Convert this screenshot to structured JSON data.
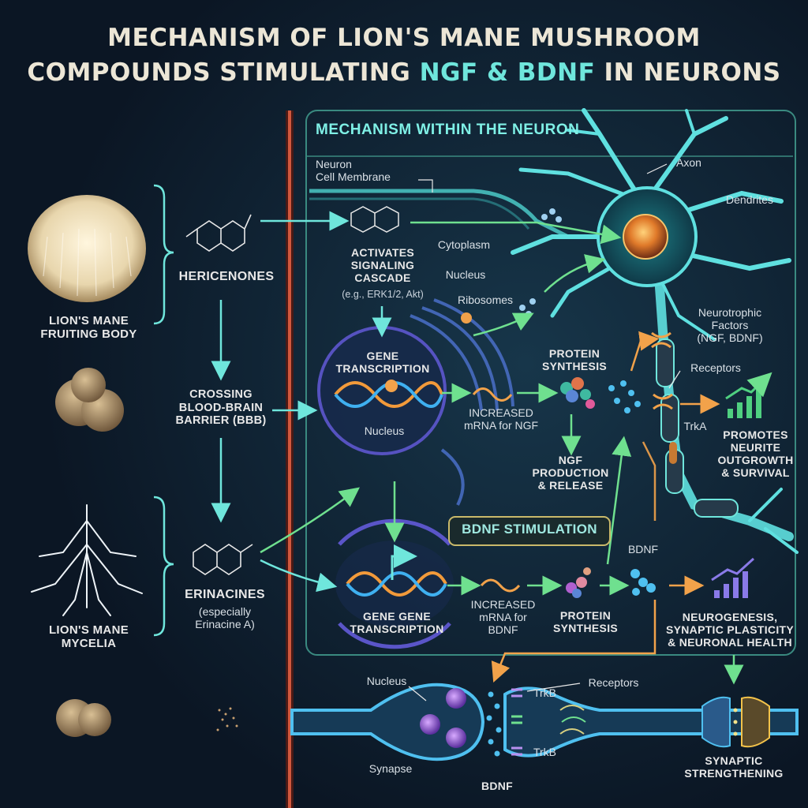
{
  "title": {
    "line1": "MECHANISM OF LION'S MANE MUSHROOM",
    "line2_a": "COMPOUNDS STIMULATING ",
    "line2_highlight": "NGF & BDNF",
    "line2_b": " IN NEURONS"
  },
  "left": {
    "fruiting_body": "LION'S MANE\nFRUITING BODY",
    "hericenones": "HERICENONES",
    "bbb": "CROSSING\nBLOOD-BRAIN\nBARRIER (BBB)",
    "erinacines": "ERINACINES",
    "erinacines_note": "(especially\nErinacine A)",
    "mycelia": "LION'S MANE\nMYCELIA"
  },
  "neuron": {
    "box_title": "MECHANISM WITHIN THE NEURON",
    "cell_membrane": "Neuron\nCell Membrane",
    "cytoplasm": "Cytoplasm",
    "nucleus_top": "Nucleus",
    "ribosomes": "Ribosomes",
    "axon": "Axon",
    "dendrites": "Dendrites",
    "activates": "ACTIVATES\nSIGNALING\nCASCADE",
    "activates_note": "(e.g., ERK1/2, Akt)",
    "gene_transcription": "GENE\nTRANSCRIPTION",
    "nucleus_inner": "Nucleus",
    "increased_mrna_ngf": "INCREASED\nmRNA for NGF",
    "protein_synthesis_1": "PROTEIN\nSYNTHESIS",
    "ngf_production": "NGF\nPRODUCTION\n& RELEASE",
    "neurotrophic": "Neurotrophic\nFactors\n(NGF, BDNF)",
    "receptors": "Receptors",
    "trka": "TrkA",
    "promotes": "PROMOTES\nNEURITE\nOUTGROWTH\n& SURVIVAL"
  },
  "bdnf": {
    "title": "BDNF STIMULATION",
    "gene_transcription": "GENE GENE\nTRANSCRIPTION",
    "increased_mrna": "INCREASED\nmRNA for\nBDNF",
    "protein_synthesis": "PROTEIN\nSYNTHESIS",
    "bdnf_label": "BDNF",
    "neurogenesis": "NEUROGENESIS,\nSYNAPTIC PLASTICITY\n& NEURONAL HEALTH"
  },
  "synapse": {
    "nucleus": "Nucleus",
    "receptors": "Receptors",
    "trkb_top": "TrkB",
    "trkb_bottom": "TrkB",
    "synapse": "Synapse",
    "bdnf": "BDNF",
    "strengthening": "SYNAPTIC\nSTRENGTHENING"
  },
  "colors": {
    "background": "#0b1624",
    "teal": "#6fe6dc",
    "green_arrow": "#6fe08f",
    "orange_arrow": "#f2a24a",
    "barrier": "#c0503a",
    "gold_frame": "#c9b96a"
  }
}
